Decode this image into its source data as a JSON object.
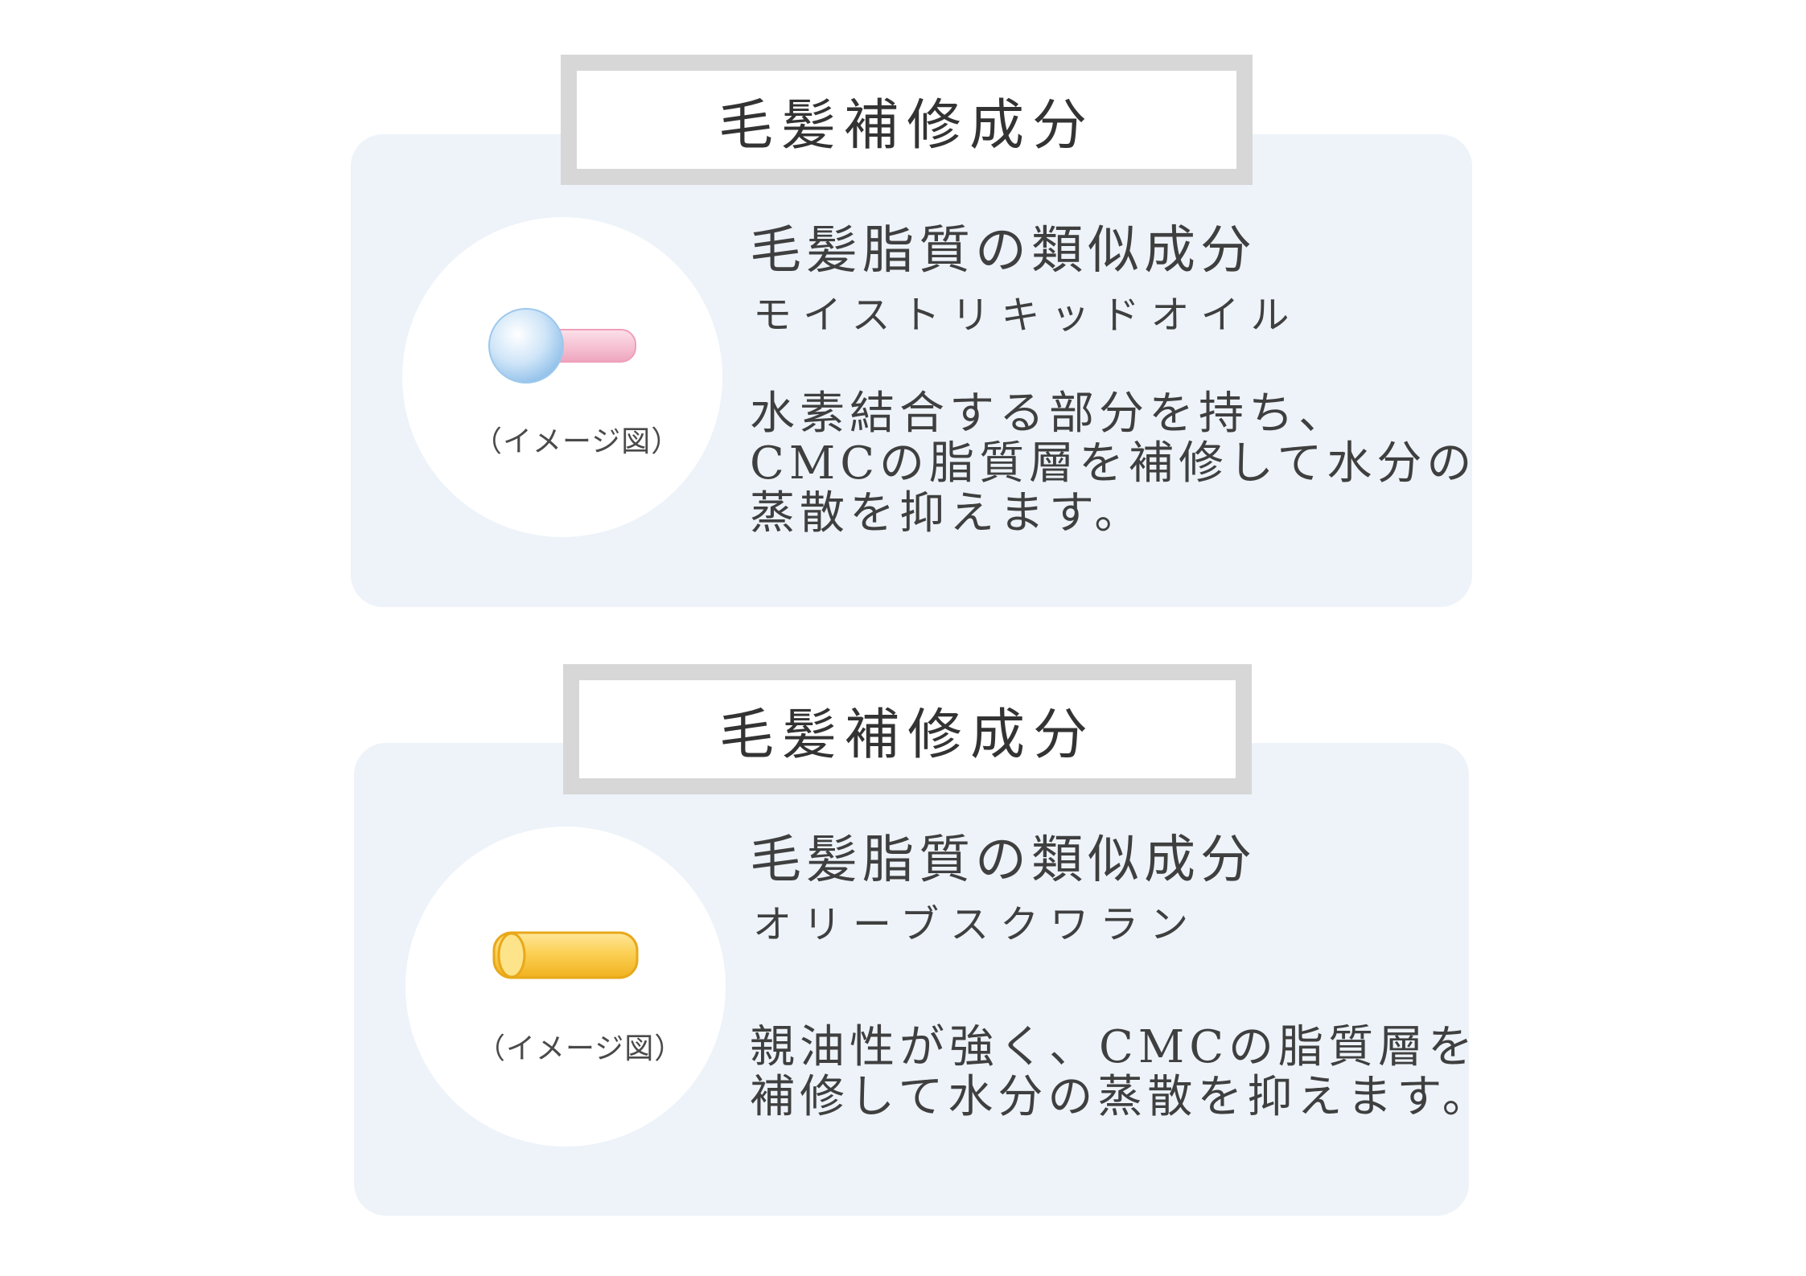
{
  "panels": [
    {
      "label": "毛髪補修成分",
      "heading": "毛髪脂質の類似成分",
      "ingredient": "モイストリキッドオイル",
      "caption": "（イメージ図）",
      "description_lines": [
        "水素結合する部分を持ち、",
        "CMCの脂質層を補修して水分の",
        "蒸散を抑えます。"
      ],
      "illustration_icon": "sphere-with-pink-rod-icon"
    },
    {
      "label": "毛髪補修成分",
      "heading": "毛髪脂質の類似成分",
      "ingredient": "オリーブスクワラン",
      "caption": "（イメージ図）",
      "description_lines": [
        "親油性が強く、CMCの脂質層を",
        "補修して水分の蒸散を抑えます。"
      ],
      "illustration_icon": "yellow-rod-icon"
    }
  ],
  "colors": {
    "card_background": "#edf3f9",
    "label_border": "#d7d7d7",
    "sphere_blue": "#a9d0f0",
    "rod_pink": "#f4b9cc",
    "rod_yellow": "#f8c234"
  }
}
